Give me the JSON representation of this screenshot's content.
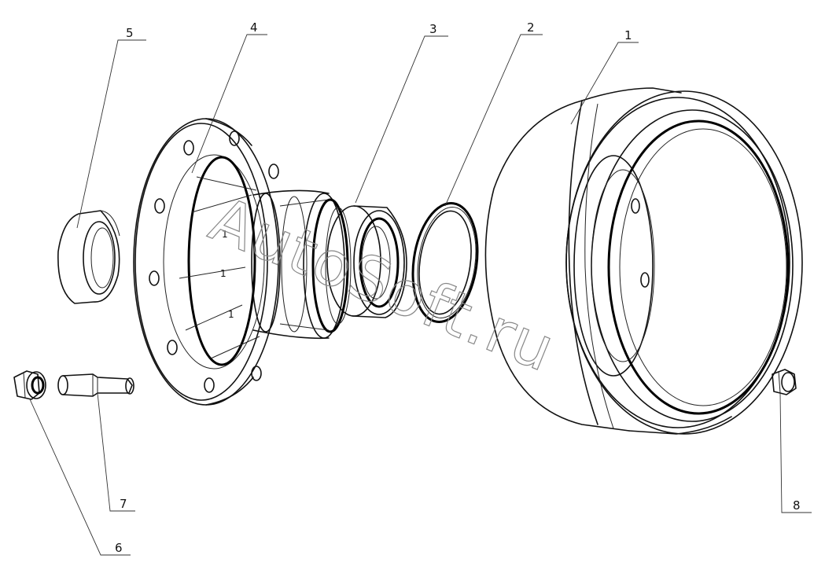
{
  "callouts": [
    {
      "id": "1",
      "label": "1"
    },
    {
      "id": "2",
      "label": "2"
    },
    {
      "id": "3",
      "label": "3"
    },
    {
      "id": "4",
      "label": "4"
    },
    {
      "id": "5",
      "label": "5"
    },
    {
      "id": "6",
      "label": "6"
    },
    {
      "id": "7",
      "label": "7"
    },
    {
      "id": "8",
      "label": "8"
    }
  ],
  "watermark": "AutoSoft.ru",
  "inner_marks": [
    "1",
    "1",
    "1"
  ]
}
